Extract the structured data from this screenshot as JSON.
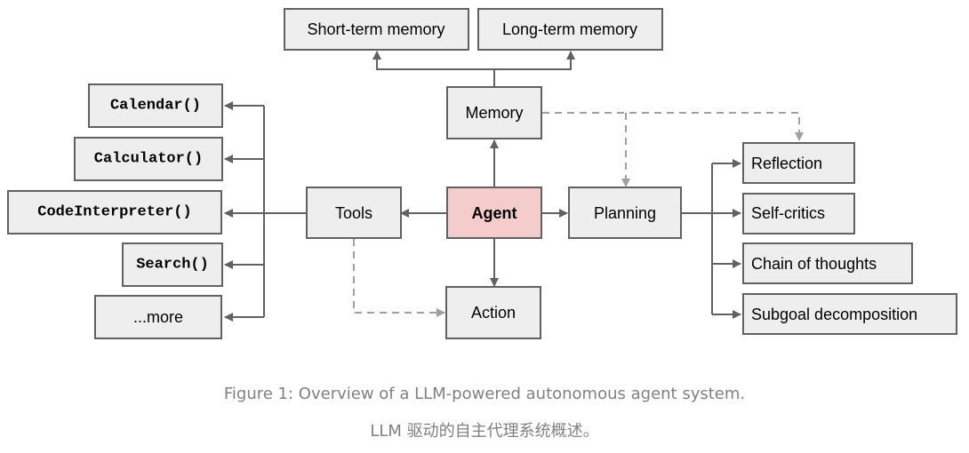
{
  "nodes": {
    "short_term_memory": "Short-term memory",
    "long_term_memory": "Long-term memory",
    "memory": "Memory",
    "calendar": "Calendar()",
    "calculator": "Calculator()",
    "code_interpreter": "CodeInterpreter()",
    "search": "Search()",
    "more": "...more",
    "tools": "Tools",
    "agent": "Agent",
    "planning": "Planning",
    "action": "Action",
    "reflection": "Reflection",
    "self_critics": "Self-critics",
    "chain_of_thoughts": "Chain of thoughts",
    "subgoal_decomposition": "Subgoal decomposition"
  },
  "colors": {
    "box_fill": "#eeeeee",
    "agent_fill": "#f4cccc",
    "edge": "#616161",
    "dashed_edge": "#a0a0a0",
    "caption": "#808080"
  },
  "caption": {
    "english": "Figure 1: Overview of a LLM-powered autonomous agent system.",
    "chinese": "LLM 驱动的自主代理系统概述。"
  }
}
